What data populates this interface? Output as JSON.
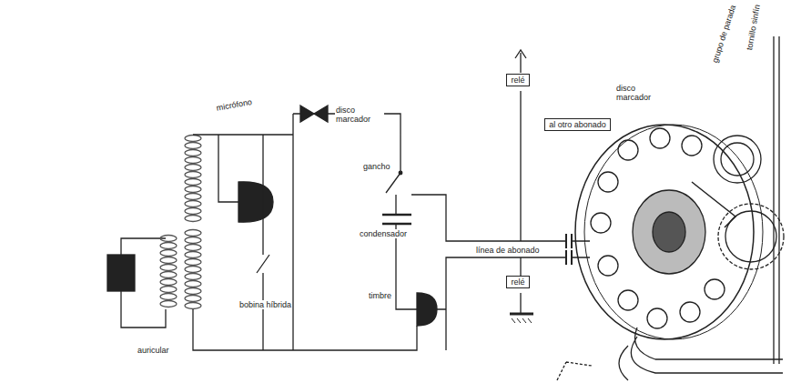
{
  "diagram": {
    "nodes": [
      {
        "text": [
          "relé"
        ]
      },
      {
        "text": [
          "al otro abonado"
        ]
      },
      {
        "text": [
          "relé"
        ]
      }
    ],
    "labels": [
      "auricular",
      "micrófono",
      "bobina híbrida",
      "disco marcador",
      "gancho",
      "condensador",
      "timbre",
      "línea de abonado",
      "disco marcador",
      "grupo de parada",
      "tornillo sinfín"
    ]
  }
}
